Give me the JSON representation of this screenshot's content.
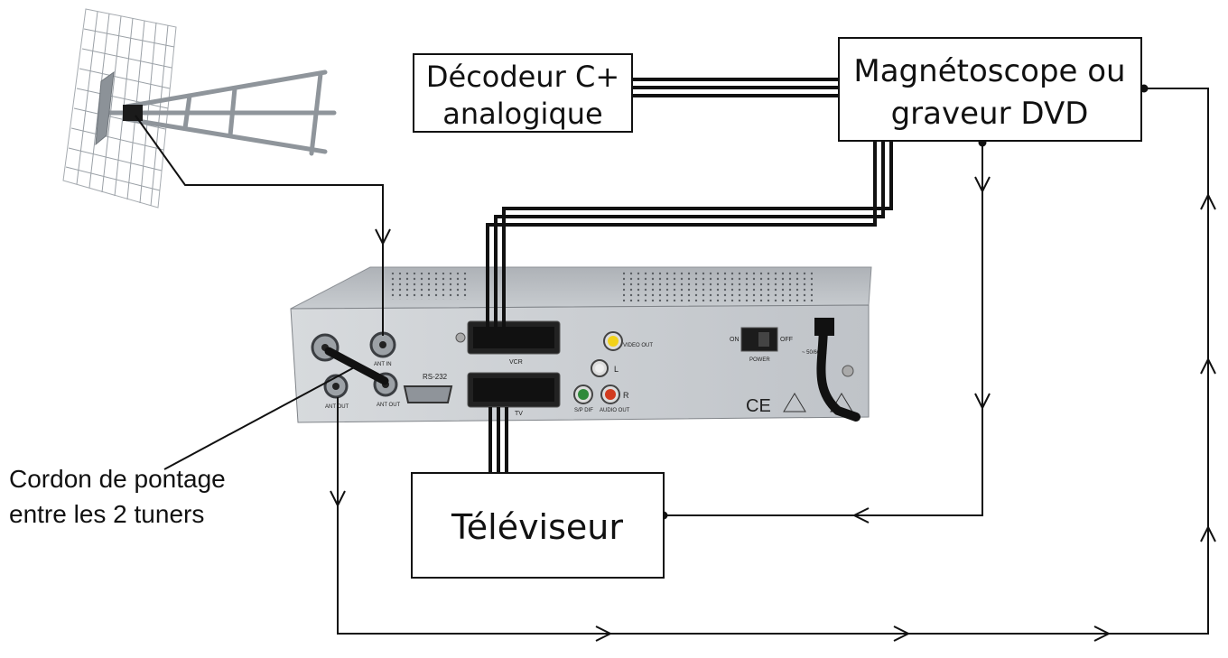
{
  "boxes": {
    "decoder": {
      "line1": "Décodeur C+",
      "line2": "analogique"
    },
    "recorder": {
      "line1": "Magnétoscope ou",
      "line2": "graveur DVD"
    },
    "tv": {
      "label": "Téléviseur"
    }
  },
  "caption": {
    "line1": "Cordon de pontage",
    "line2": "entre les 2 tuners"
  },
  "receiver_panel": {
    "rs232": "RS-232",
    "vcr": "VCR",
    "tv": "TV",
    "ant_out_left": "ANT OUT",
    "ant_out_right": "ANT OUT",
    "ant_in": "ANT IN",
    "video_out": "VIDEO OUT",
    "audio_out": "AUDIO OUT",
    "spdif": "S/P DIF",
    "l": "L",
    "r": "R",
    "on": "ON",
    "off": "OFF",
    "power": "POWER",
    "mains": "~ 50/60Hz",
    "ce": "CE"
  },
  "colors": {
    "line": "#111111",
    "panel": "#c9ccd0",
    "panel_top": "#b8bcc1",
    "rca_yellow": "#f2d21a",
    "rca_red": "#d23b1f",
    "rca_green": "#2f8a3a",
    "rca_white": "#eeeeee"
  }
}
